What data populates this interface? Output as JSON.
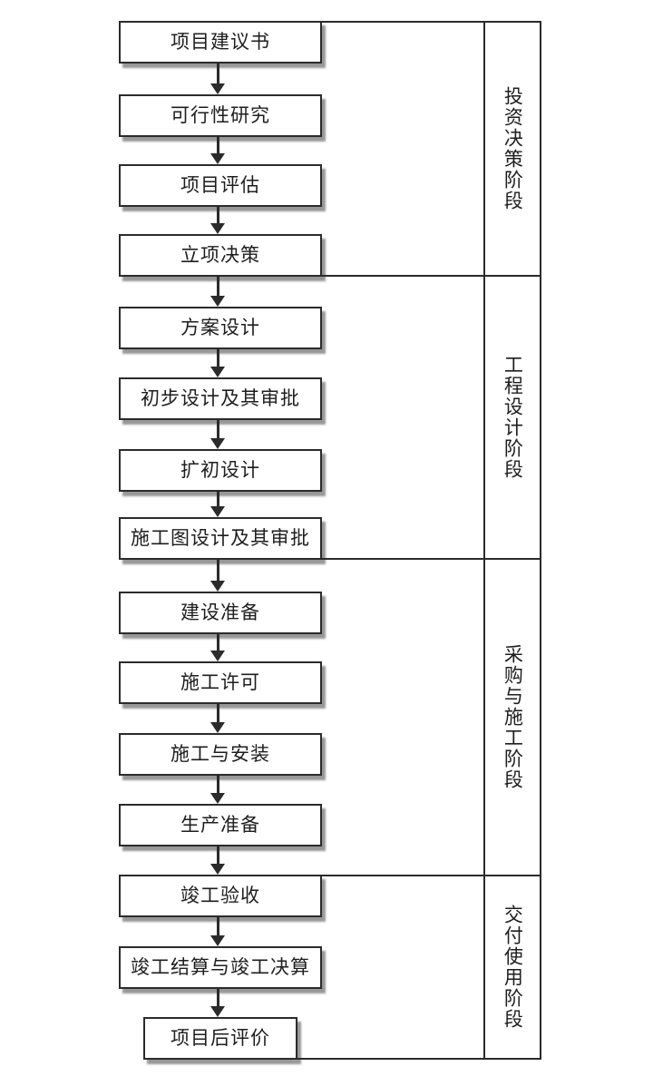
{
  "diagram": {
    "type": "flowchart",
    "flow_direction": "top-to-bottom",
    "colors": {
      "background": "#ffffff",
      "line": "#2b2b2b",
      "text": "#1e1e1e",
      "box_fill": "#ffffff",
      "box_shadow": "#7d7d7d"
    },
    "boxes": [
      {
        "label": "项目建议书"
      },
      {
        "label": "可行性研究"
      },
      {
        "label": "项目评估"
      },
      {
        "label": "立项决策"
      },
      {
        "label": "方案设计"
      },
      {
        "label": "初步设计及其审批"
      },
      {
        "label": "扩初设计"
      },
      {
        "label": "施工图设计及其审批"
      },
      {
        "label": "建设准备"
      },
      {
        "label": "施工许可"
      },
      {
        "label": "施工与安装"
      },
      {
        "label": "生产准备"
      },
      {
        "label": "竣工验收"
      },
      {
        "label": "竣工结算与竣工决算"
      },
      {
        "label": "项目后评价"
      }
    ],
    "phases": [
      {
        "label": "投资决策阶段",
        "from_box": 0,
        "to_box": 3
      },
      {
        "label": "工程设计阶段",
        "from_box": 4,
        "to_box": 7
      },
      {
        "label": "采购与施工阶段",
        "from_box": 8,
        "to_box": 11
      },
      {
        "label": "交付使用阶段",
        "from_box": 12,
        "to_box": 14
      }
    ]
  }
}
